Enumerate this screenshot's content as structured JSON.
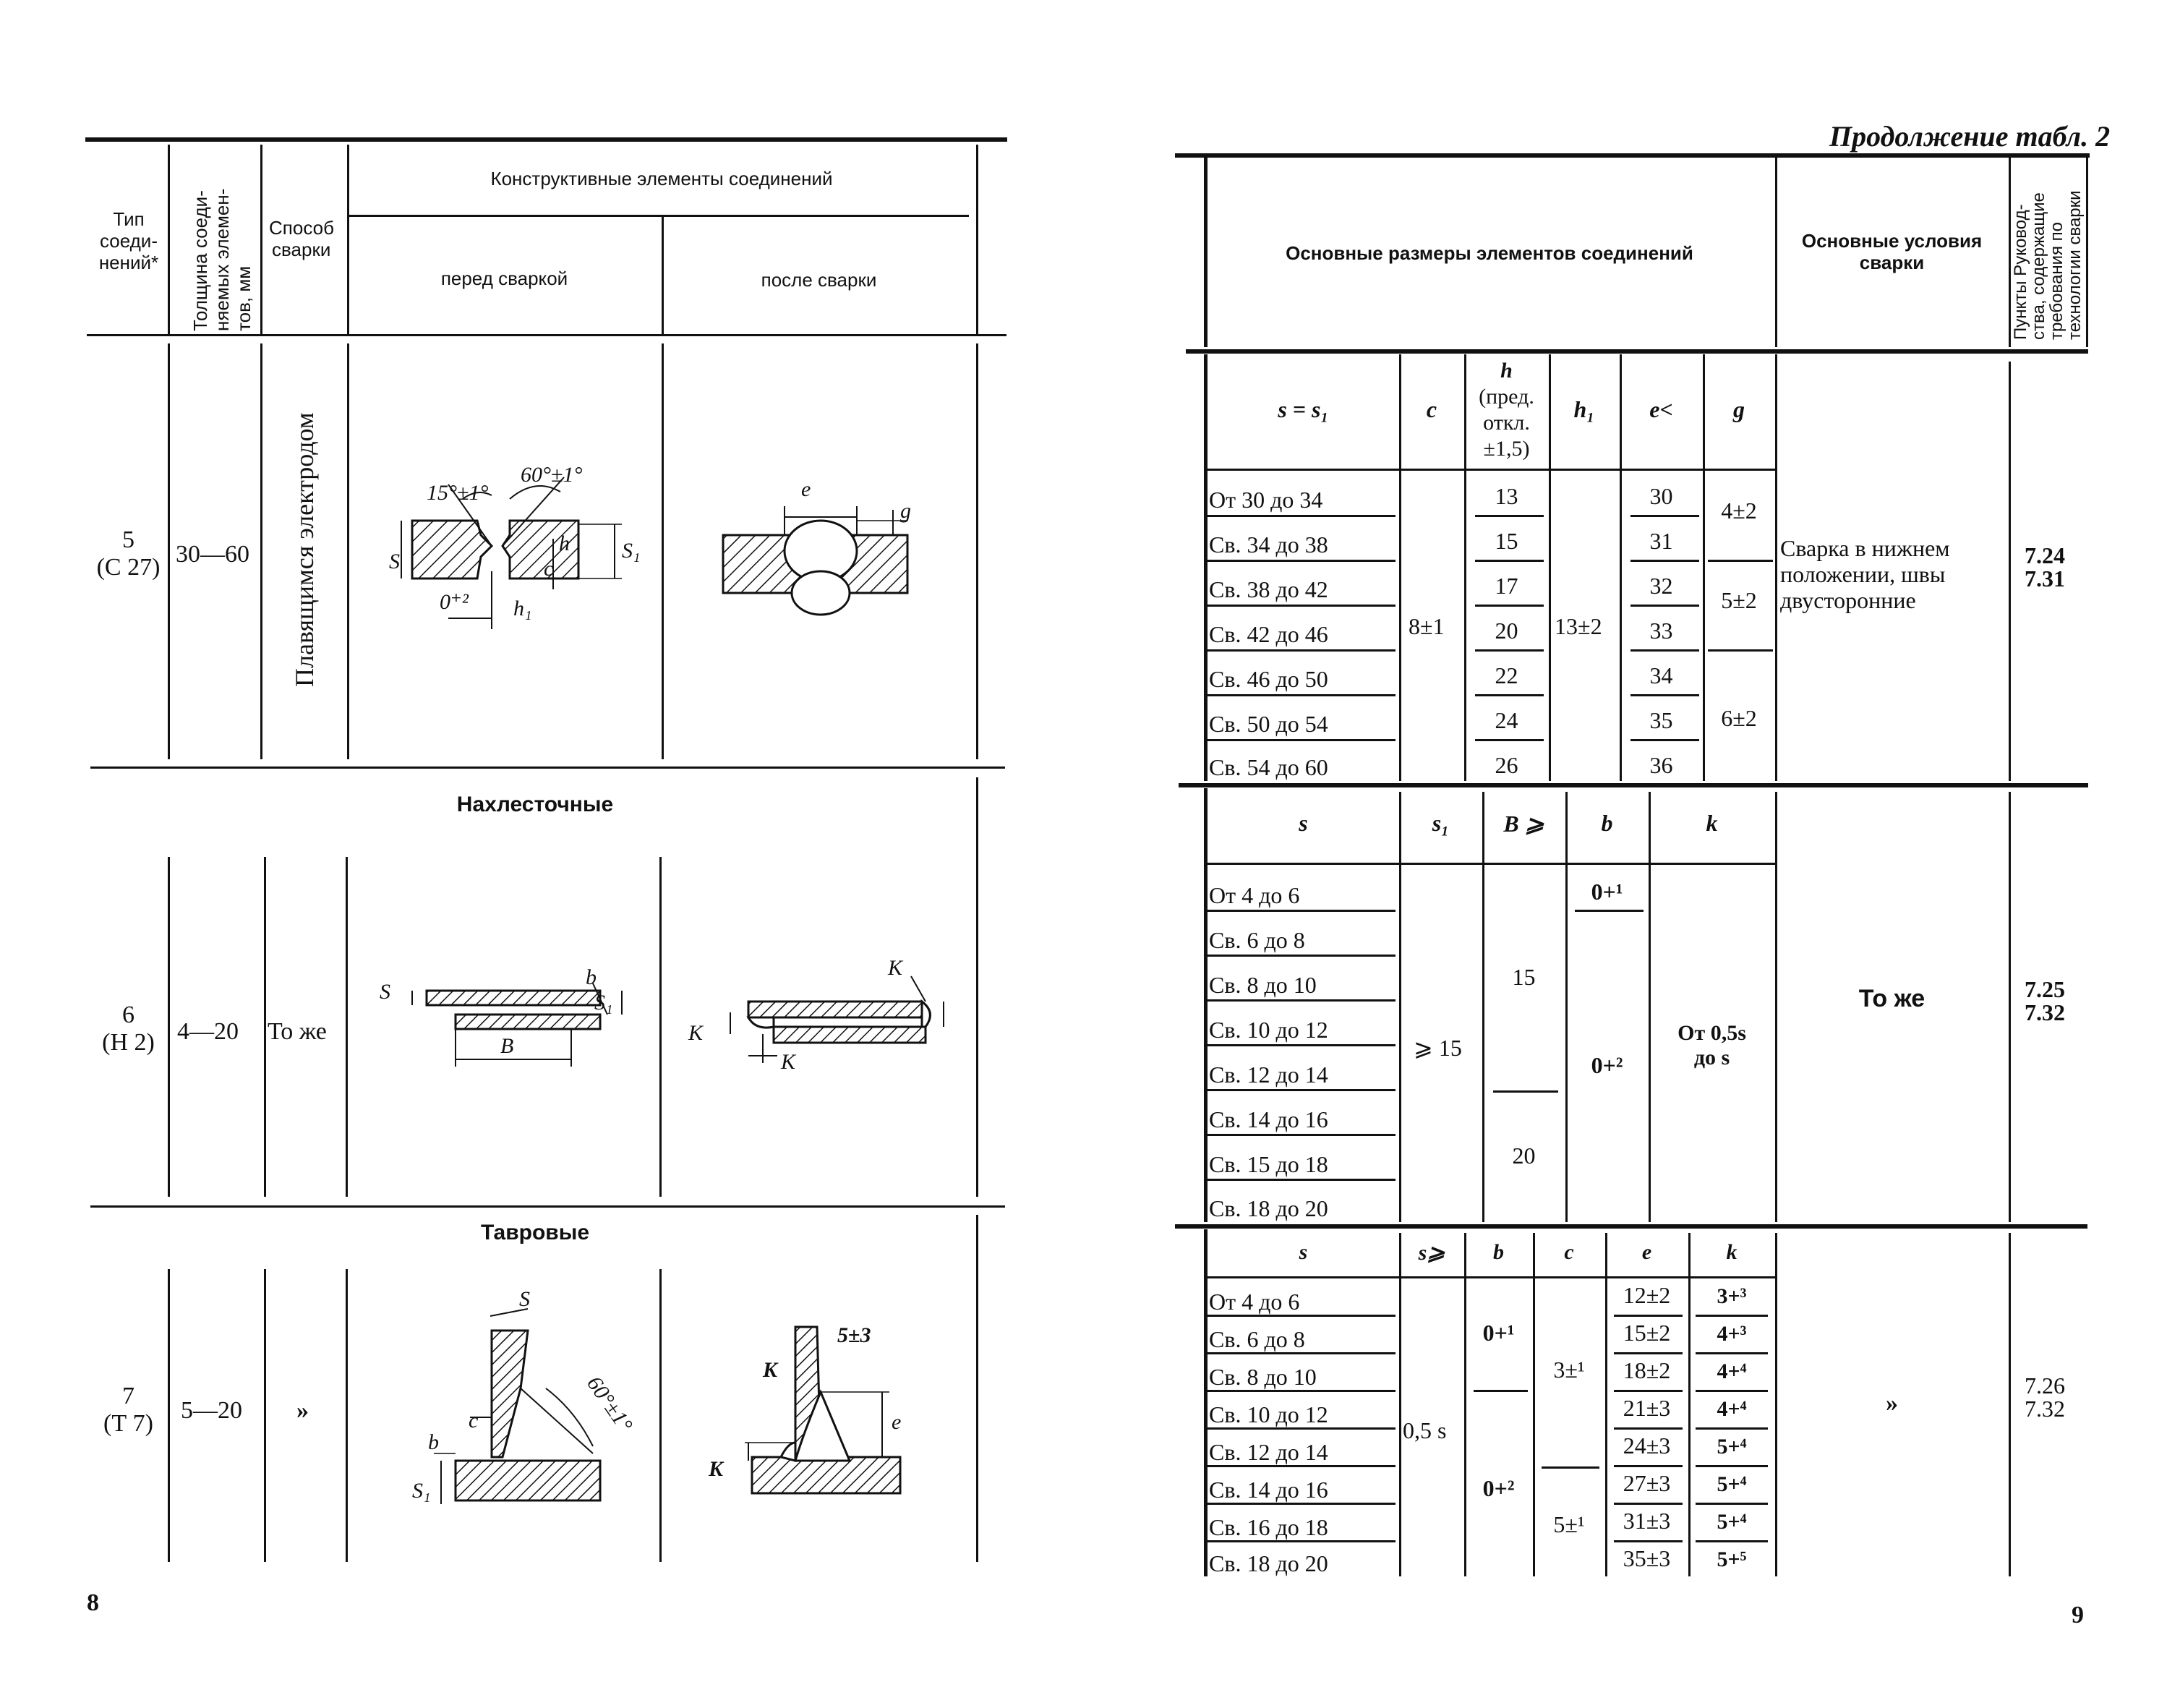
{
  "left": {
    "page_number": "8",
    "header": {
      "col_type": [
        "Тип",
        "соеди-",
        "нений*"
      ],
      "col_thickness": [
        "Толщина соеди-",
        "няемых элемен-",
        "тов, мм"
      ],
      "col_method": [
        "Способ",
        "сварки"
      ],
      "col_elements": "Конструктивные элементы соединений",
      "col_before": "перед сваркой",
      "col_after": "после сварки"
    },
    "rows": [
      {
        "type_num": "5",
        "type_code": "(С 27)",
        "thickness": "30—60",
        "method": "Плавящимся электродом"
      },
      {
        "type_num": "6",
        "type_code": "(Н 2)",
        "thickness": "4—20",
        "method": "То же"
      },
      {
        "type_num": "7",
        "type_code": "(Т 7)",
        "thickness": "5—20",
        "method": "»"
      }
    ],
    "section_lap": "Нахлесточные",
    "section_tee": "Тавровые",
    "drawing_labels": {
      "r1_before": [
        "15°±1°",
        "60°±1°",
        "S",
        "S₁",
        "0⁺²",
        "h₁",
        "c",
        "h"
      ],
      "r1_after": [
        "e",
        "g"
      ],
      "r2_before": [
        "S",
        "b",
        "S₁",
        "B"
      ],
      "r2_after": [
        "K",
        "K",
        "K"
      ],
      "r3_before": [
        "S",
        "c",
        "b",
        "S₁",
        "60°±1°"
      ],
      "r3_after": [
        "5±3",
        "K",
        "e",
        "K"
      ]
    }
  },
  "right": {
    "page_number": "9",
    "continuation": "Продолжение табл. 2",
    "header": {
      "col_dims": "Основные размеры элементов соединений",
      "col_conditions": [
        "Основные условия",
        "сварки"
      ],
      "col_items": [
        "Пункты Руковод-",
        "ства, содержащие",
        "требования по",
        "технологии сварки"
      ]
    },
    "block1": {
      "headers": [
        "s = s₁",
        "c",
        "h",
        "(пред.",
        "откл.",
        "±1,5)",
        "h₁",
        "e<",
        "g"
      ],
      "ranges": [
        "От 30 до 34",
        "Св. 34 до 38",
        "Св. 38 до 42",
        "Св. 42 до 46",
        "Св. 46 до 50",
        "Св. 50 до 54",
        "Св. 54 до 60"
      ],
      "c": "8±1",
      "h": [
        "13",
        "15",
        "17",
        "20",
        "22",
        "24",
        "26"
      ],
      "h1": "13±2",
      "e": [
        "30",
        "31",
        "32",
        "33",
        "34",
        "35",
        "36"
      ],
      "g": [
        "4±2",
        "5±2",
        "6±2"
      ],
      "conditions": [
        "Сварка в нижнем",
        "положении, швы",
        "двусторонние"
      ],
      "items": [
        "7.24",
        "7.31"
      ]
    },
    "block2": {
      "headers": [
        "s",
        "s₁",
        "B ⩾",
        "b",
        "k"
      ],
      "ranges": [
        "От 4 до 6",
        "Св. 6 до 8",
        "Св. 8 до 10",
        "Св. 10 до 12",
        "Св. 12 до 14",
        "Св. 14 до 16",
        "Св. 15 до 18",
        "Св. 18 до 20"
      ],
      "s1": "⩾ 15",
      "B": [
        "15",
        "20"
      ],
      "b": [
        "0+¹",
        "0+²"
      ],
      "k": [
        "От 0,5s",
        "до s"
      ],
      "conditions": "То же",
      "items": [
        "7.25",
        "7.32"
      ]
    },
    "block3": {
      "headers": [
        "s",
        "s⩾",
        "b",
        "c",
        "e",
        "k"
      ],
      "ranges": [
        "От 4 до 6",
        "Св. 6 до 8",
        "Св. 8 до 10",
        "Св. 10 до 12",
        "Св. 12 до 14",
        "Св. 14 до 16",
        "Св. 16 до 18",
        "Св. 18 до 20"
      ],
      "s_min": "0,5 s",
      "b": [
        "0+¹",
        "0+²"
      ],
      "c": [
        "3±¹",
        "5±¹"
      ],
      "e": [
        "12±2",
        "15±2",
        "18±2",
        "21±3",
        "24±3",
        "27±3",
        "31±3",
        "35±3"
      ],
      "k": [
        "3+³",
        "4+³",
        "4+⁴",
        "4+⁴",
        "5+⁴",
        "5+⁴",
        "5+⁴",
        "5+⁵"
      ],
      "conditions": "»",
      "items": [
        "7.26",
        "7.32"
      ]
    }
  }
}
